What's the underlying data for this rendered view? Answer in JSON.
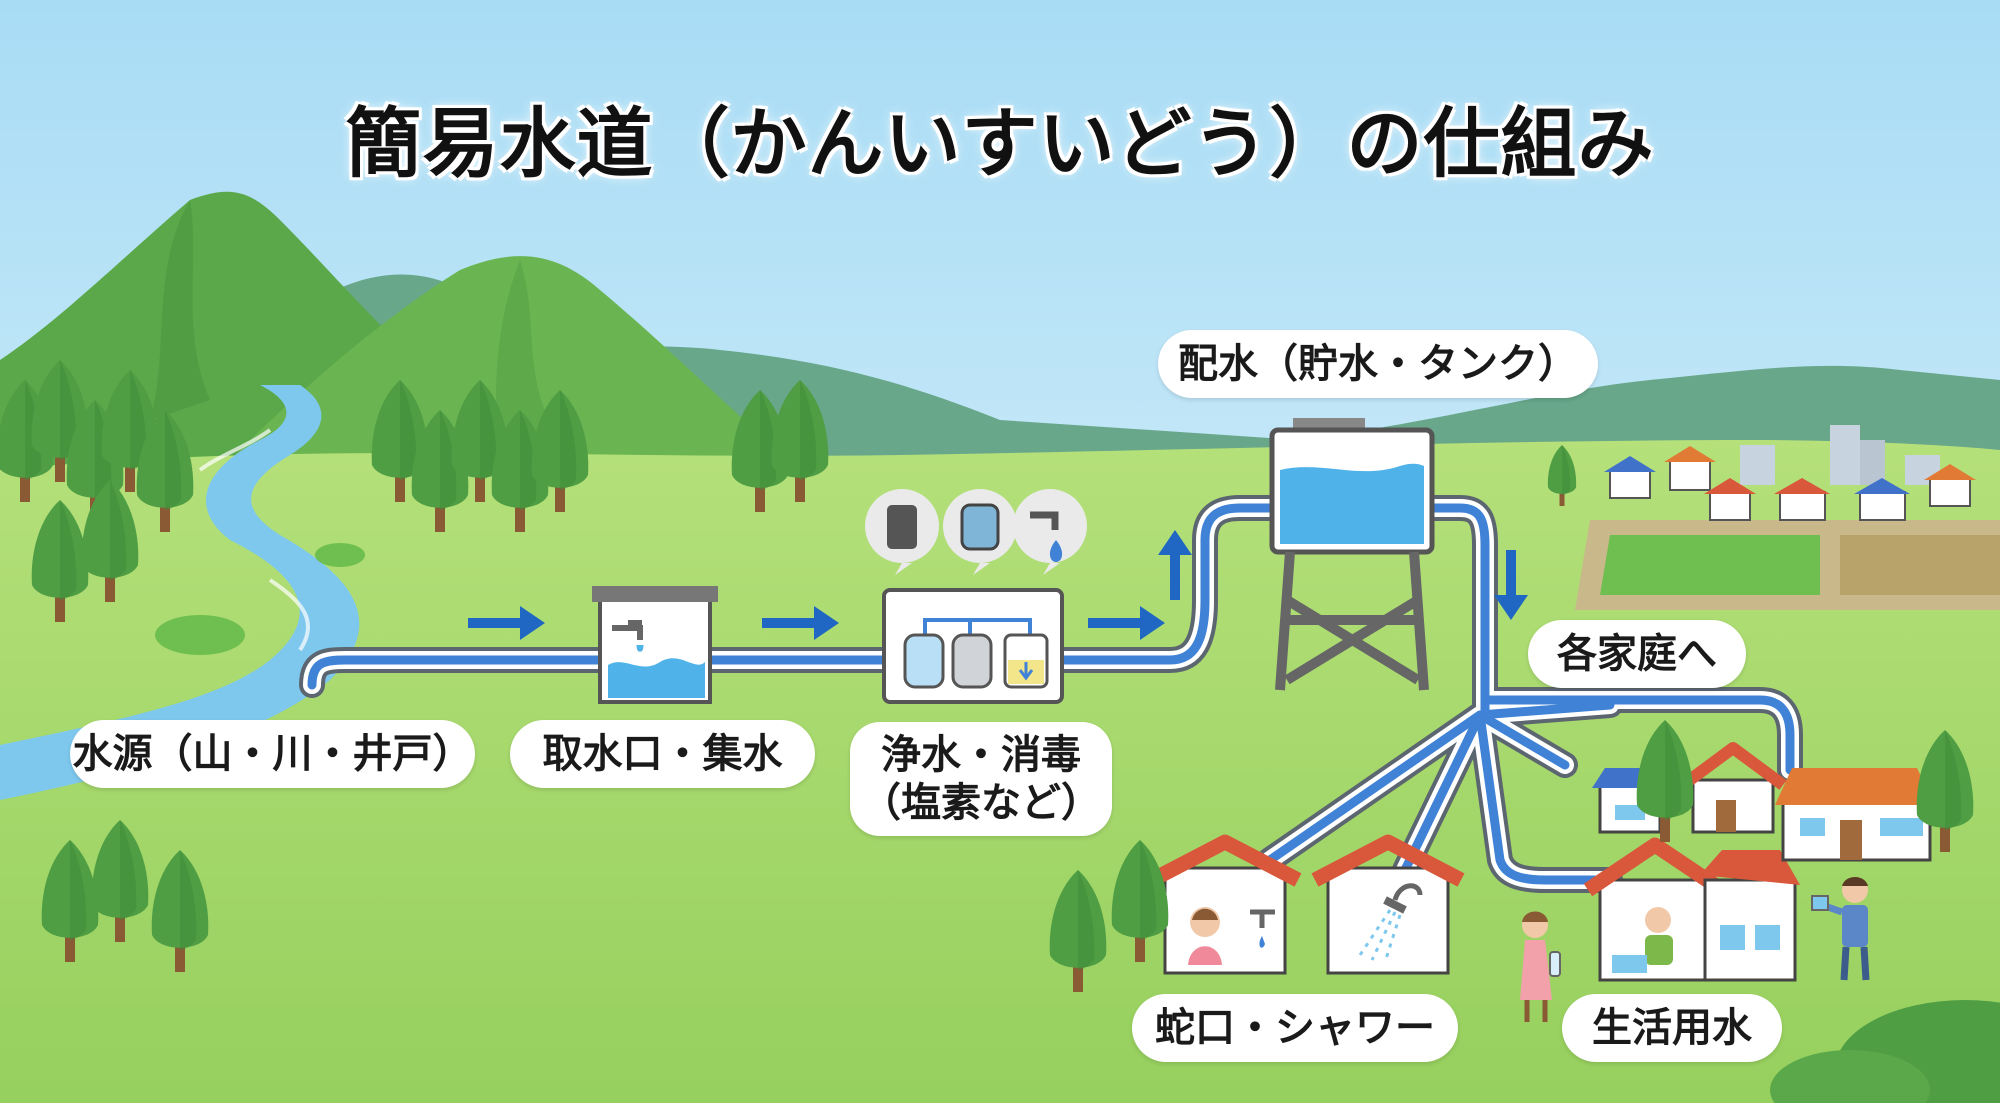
{
  "title": "簡易水道（かんいすいどう）の仕組み",
  "labels": {
    "source": "水源（山・川・井戸）",
    "intake": "取水口・集水",
    "purification_line1": "浄水・消毒",
    "purification_line2": "（塩素など）",
    "distribution": "配水（貯水・タンク）",
    "to_homes": "各家庭へ",
    "faucet_shower": "蛇口・シャワー",
    "daily_water": "生活用水"
  },
  "colors": {
    "sky": "#bfe6f7",
    "grass": "#a6d86a",
    "mountain": "#5fae4e",
    "river": "#7ec8ee",
    "pipe": "#3f82d6",
    "arrow": "#1f67c2",
    "water": "#4fb3ea",
    "roof": "#d9573b"
  }
}
